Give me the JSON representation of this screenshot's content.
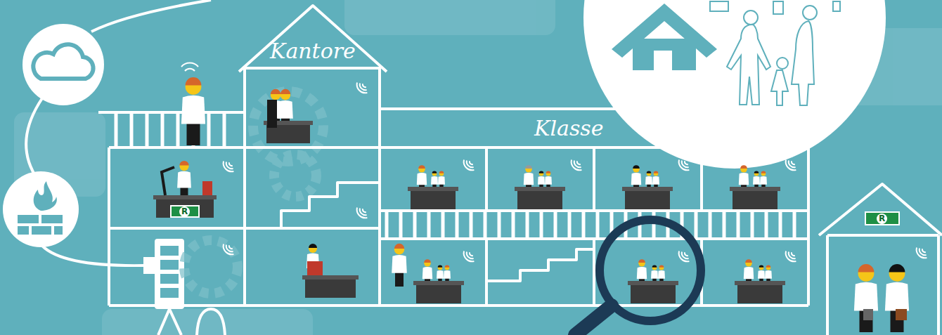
{
  "diagram": {
    "labels": [
      "Kantore",
      "Klasse",
      "R",
      "R"
    ]
  }
}
